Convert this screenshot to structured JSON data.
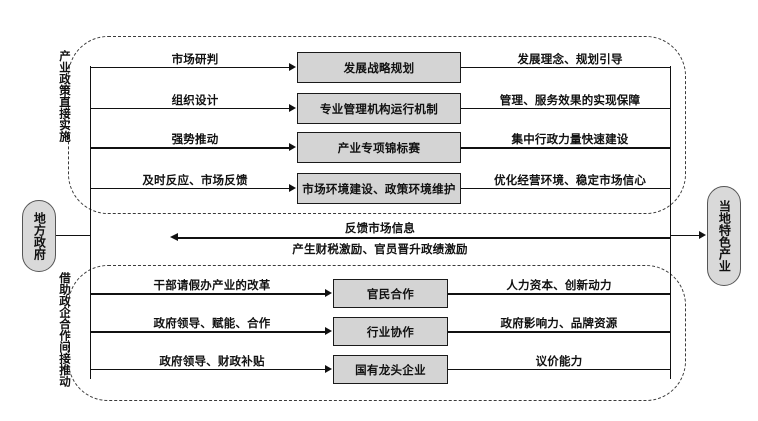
{
  "diagram": {
    "left_actor": "地方政府",
    "right_actor": "当地特色产业",
    "group_top_label": "产业政策直接实施",
    "group_bottom_label": "借助政企合作间接推动",
    "feedback": {
      "top_text": "反馈市场信息",
      "bottom_text": "产生财税激励、官员晋升政绩激励"
    },
    "direct_rows": [
      {
        "input": "市场研判",
        "node": "发展战略规划",
        "output": "发展理念、规划引导"
      },
      {
        "input": "组织设计",
        "node": "专业管理机构运行机制",
        "output": "管理、服务效果的实现保障"
      },
      {
        "input": "强势推动",
        "node": "产业专项锦标赛",
        "output": "集中行政力量快速建设"
      },
      {
        "input": "及时反应、市场反馈",
        "node": "市场环境建设、政策环境维护",
        "output": "优化经营环境、稳定市场信心"
      }
    ],
    "indirect_rows": [
      {
        "input": "干部请假办产业的改革",
        "node": "官民合作",
        "output": "人力资本、创新动力"
      },
      {
        "input": "政府领导、赋能、合作",
        "node": "行业协作",
        "output": "政府影响力、品牌资源"
      },
      {
        "input": "政府领导、财政补贴",
        "node": "国有龙头企业",
        "output": "议价能力"
      }
    ],
    "colors": {
      "box_fill": "#d4d4d4",
      "capsule_fill": "#d9d9d9",
      "line": "#111111",
      "dashed_border": "#3a3a3a"
    }
  }
}
